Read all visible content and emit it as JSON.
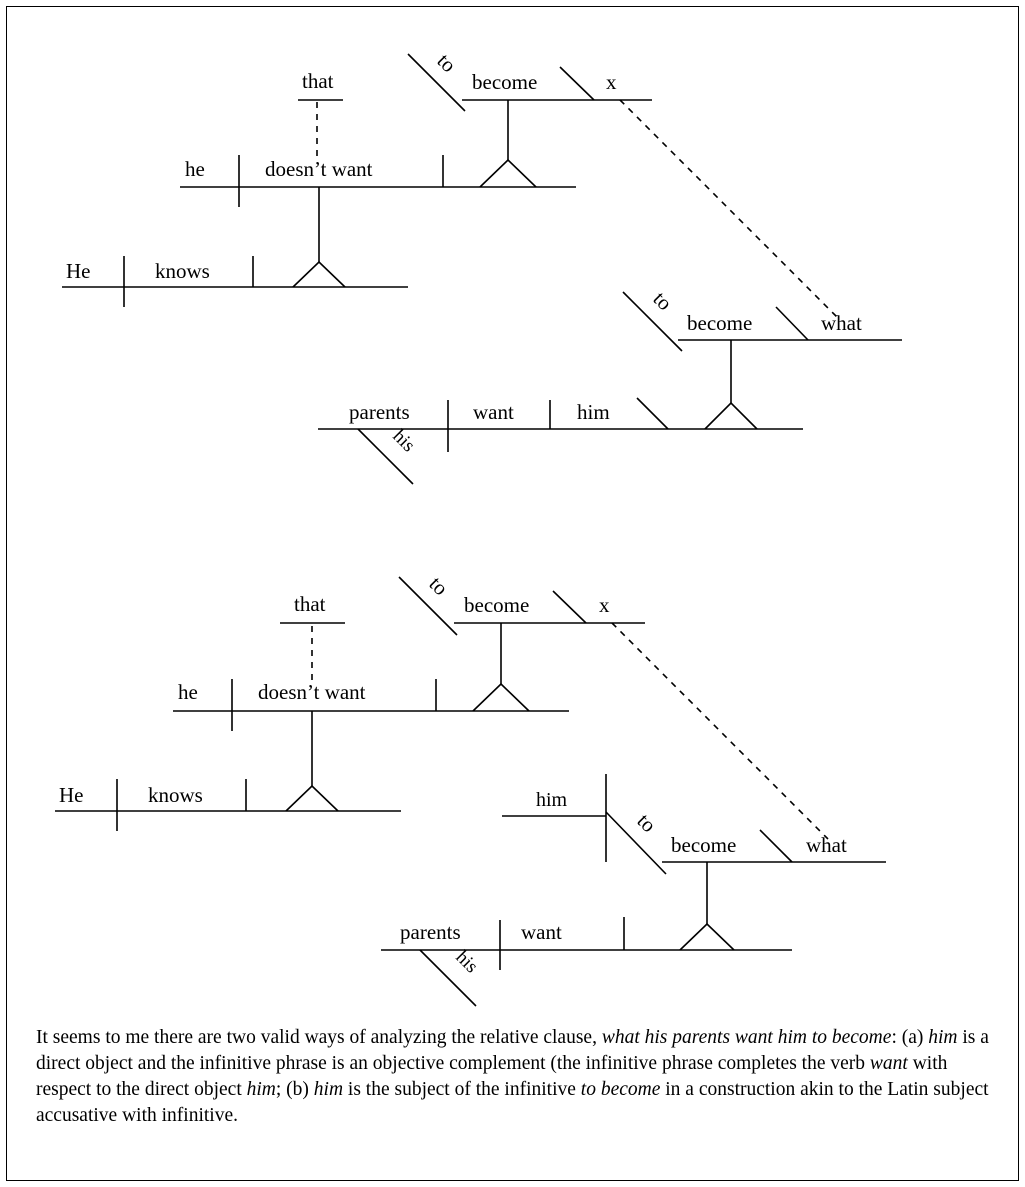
{
  "diagram_a": {
    "main": {
      "subject": "He",
      "verb": "knows"
    },
    "clause": {
      "relative": "that",
      "subject": "he",
      "verb": "doesn’t want",
      "inf_to": "to",
      "inf_verb": "become",
      "inf_object": "x"
    },
    "rel": {
      "subject": "parents",
      "modifier": "his",
      "verb": "want",
      "object": "him",
      "inf_to": "to",
      "inf_verb": "become",
      "complement": "what"
    }
  },
  "diagram_b": {
    "main": {
      "subject": "He",
      "verb": "knows"
    },
    "clause": {
      "relative": "that",
      "subject": "he",
      "verb": "doesn’t want",
      "inf_to": "to",
      "inf_verb": "become",
      "inf_object": "x"
    },
    "rel": {
      "subject": "parents",
      "modifier": "his",
      "verb": "want",
      "inf_subject": "him",
      "inf_to": "to",
      "inf_verb": "become",
      "complement": "what"
    }
  },
  "caption": [
    {
      "text": "It seems to me there are two valid ways of analyzing the relative clause, ",
      "italic": false
    },
    {
      "text": "what his parents want him to become",
      "italic": true
    },
    {
      "text": ": (a) ",
      "italic": false
    },
    {
      "text": "him",
      "italic": true
    },
    {
      "text": " is a direct object and the infinitive phrase is an objective complement (the infinitive phrase completes the verb ",
      "italic": false
    },
    {
      "text": "want",
      "italic": true
    },
    {
      "text": " with respect to the direct object ",
      "italic": false
    },
    {
      "text": "him",
      "italic": true
    },
    {
      "text": "; (b) ",
      "italic": false
    },
    {
      "text": "him",
      "italic": true
    },
    {
      "text": " is the subject of the infinitive ",
      "italic": false
    },
    {
      "text": "to become",
      "italic": true
    },
    {
      "text": " in a construction akin to the Latin subject accusative with infinitive.",
      "italic": false
    }
  ]
}
